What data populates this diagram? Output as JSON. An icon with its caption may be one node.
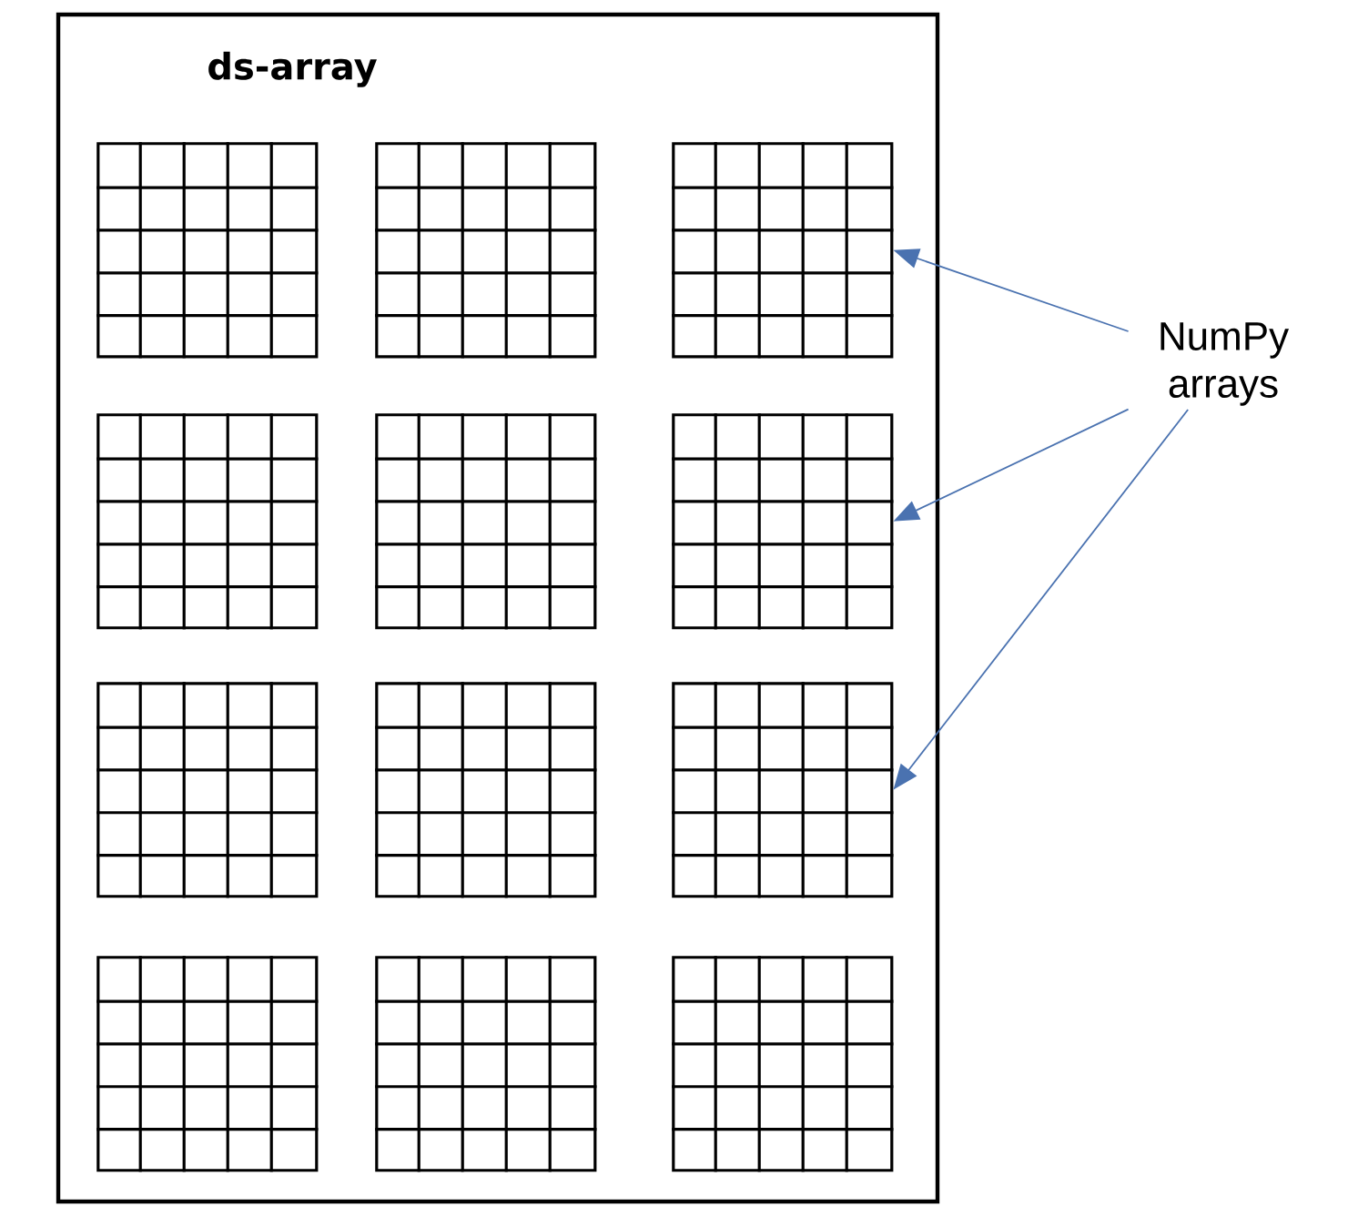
{
  "diagram": {
    "nodes": [
      {
        "text": [
          "ds-array"
        ]
      },
      {
        "text": [],
        "shape": "grid",
        "in": 0
      },
      {
        "text": [],
        "shape": "grid",
        "in": 0
      },
      {
        "text": [],
        "shape": "grid",
        "in": 0
      },
      {
        "text": [],
        "shape": "grid",
        "in": 0
      },
      {
        "text": [],
        "shape": "grid",
        "in": 0
      },
      {
        "text": [],
        "shape": "grid",
        "in": 0
      },
      {
        "text": [],
        "shape": "grid",
        "in": 0
      },
      {
        "text": [],
        "shape": "grid",
        "in": 0
      },
      {
        "text": [],
        "shape": "grid",
        "in": 0
      },
      {
        "text": [],
        "shape": "grid",
        "in": 0
      },
      {
        "text": [],
        "shape": "grid",
        "in": 0
      },
      {
        "text": [],
        "shape": "grid",
        "in": 0
      },
      {
        "text": [
          "NumPy arrays"
        ]
      }
    ],
    "edges": [
      {
        "from": 13,
        "to": 3,
        "arrow": "to"
      },
      {
        "from": 13,
        "to": 6,
        "arrow": "to"
      },
      {
        "from": 13,
        "to": 9,
        "arrow": "to"
      }
    ]
  }
}
